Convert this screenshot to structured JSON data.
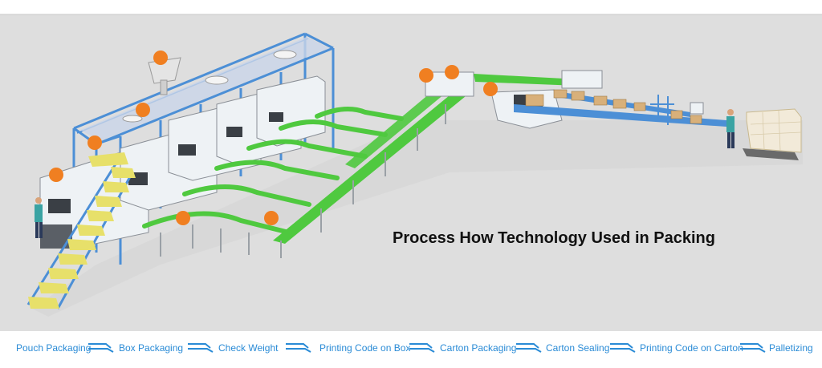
{
  "diagram": {
    "title": "Process How Technology Used in Packing",
    "colors": {
      "background": "#dedede",
      "frame": "#b9b9b9",
      "steel": "#4c8fd6",
      "conveyor": "#4fc93f",
      "marker": "#f07f21",
      "step_text": "#2a8bd6",
      "stairs": "#e7e06a",
      "machine": "#eef2f5",
      "box": "#d8b07a"
    },
    "steps": [
      "Pouch Packaging",
      "Box Packaging",
      "Check Weight",
      "Printing Code on Box",
      "Carton Packaging",
      "Carton Sealing",
      "Printing Code on Carton",
      "Palletizing"
    ],
    "arrow_icon": "double-chevron-arrow-icon"
  }
}
